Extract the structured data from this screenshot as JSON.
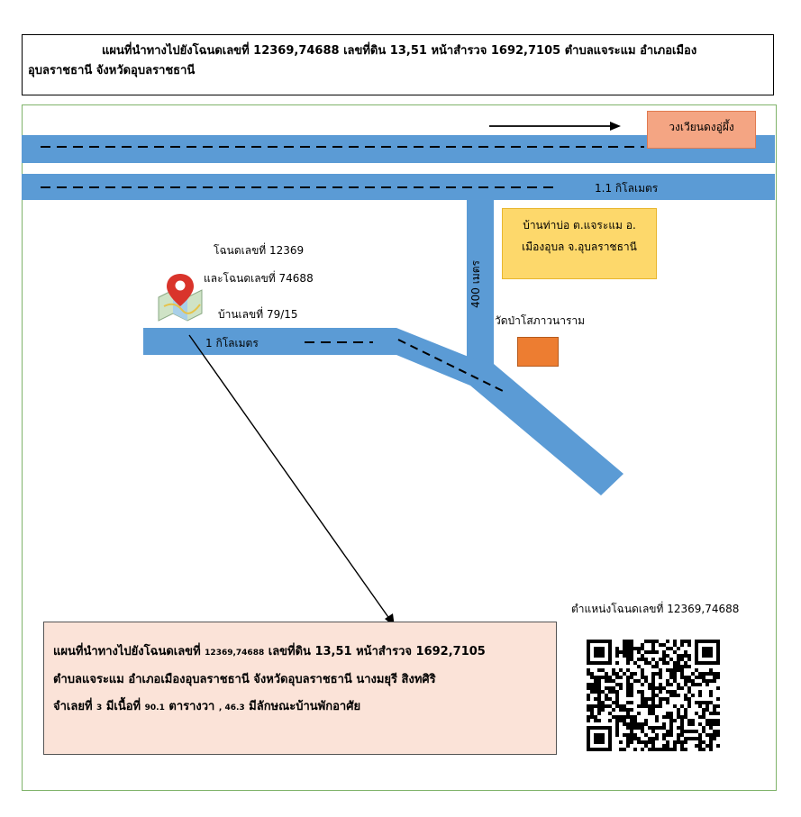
{
  "title": {
    "line1": "แผนที่นำทางไปยังโฉนดเลขที่ 12369,74688 เลขที่ดิน 13,51 หน้าสำรวจ 1692,7105 ตำบลแจระแม อำเภอเมือง",
    "line2": "อุบลราชธานี จังหวัดอุบลราชธานี"
  },
  "map": {
    "roundabout_label": "วงเวียนดงอู่ผึ้ง",
    "distance_top_road": "1.1 กิโลเมตร",
    "village_label_line1": "บ้านท่าบ่อ ต.แจระแม อ.",
    "village_label_line2": "เมืองอุบล จ.อุบลราชธานี",
    "distance_vertical_road": "400 เมตร",
    "temple_label": "วัดป่าโสภาวนาราม",
    "parcel_label_line1": "โฉนดเลขที่ 12369",
    "parcel_label_line2": "และโฉนดเลขที่ 74688",
    "parcel_label_line3": "บ้านเลขที่ 79/15",
    "distance_lower_road": "1 กิโลเมตร",
    "icons": [
      "location-pin-icon",
      "direction-arrow-icon"
    ],
    "colors": {
      "road": "#5b9bd5",
      "roundabout": "#f4a583",
      "village": "#fdd86b",
      "temple": "#ed7d31",
      "frame": "#7fb36a"
    }
  },
  "info": {
    "line1_a": "แผนที่นำทางไปยังโฉนดเลขที่ ",
    "line1_b": "12369,74688",
    "line1_c": " เลขที่ดิน 13,51  หน้าสำรวจ 1692,7105",
    "line2": "ตำบลแจระแม อำเภอเมืองอุบลราชธานี จังหวัดอุบลราชธานี นางมยุรี สิงทศิริ",
    "line3_a": "จำเลยที่ ",
    "line3_b": "3",
    "line3_c": " มีเนื้อที่ ",
    "line3_d": "90.1",
    "line3_e": " ตารางวา ",
    "line3_f": ", 46.3",
    "line3_g": " มีลักษณะบ้านพักอาศัย"
  },
  "qr": {
    "caption": "ตำแหน่งโฉนดเลขที่ 12369,74688"
  }
}
